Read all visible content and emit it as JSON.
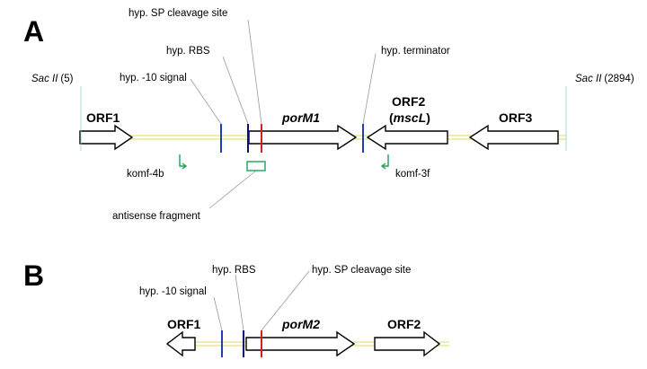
{
  "panel_a": {
    "letter": "A",
    "labels": {
      "sp_cleavage": "hyp. SP cleavage site",
      "rbs": "hyp. RBS",
      "minus10": "hyp. -10 signal",
      "terminator": "hyp. terminator",
      "sacii_left_name": "Sac II",
      "sacii_left_pos": "(5)",
      "sacii_right_name": "Sac II",
      "sacii_right_pos": "(2894)",
      "primer_left": "komf-4b",
      "primer_right": "komf-3f",
      "antisense": "antisense fragment"
    },
    "orfs": {
      "orf1": "ORF1",
      "porm1": "porM1",
      "orf2_line1": "ORF2",
      "orf2_open": "(",
      "orf2_gene": "mscL",
      "orf2_close": ")",
      "orf3": "ORF3"
    }
  },
  "panel_b": {
    "letter": "B",
    "labels": {
      "rbs": "hyp. RBS",
      "sp_cleavage": "hyp. SP cleavage site",
      "minus10": "hyp. -10 signal"
    },
    "orfs": {
      "orf1": "ORF1",
      "porm2": "porM2",
      "orf2": "ORF2"
    }
  },
  "colors": {
    "backbone": "#e6e27a",
    "minus10_signal": "#1f3fae",
    "rbs": "#0a1470",
    "sp_cleavage": "#d42020",
    "terminator": "#1f3fae",
    "primer": "#1aa35a",
    "antisense": "#1aa35a",
    "leader": "#999999",
    "sac_leader": "#8fd3c8"
  }
}
